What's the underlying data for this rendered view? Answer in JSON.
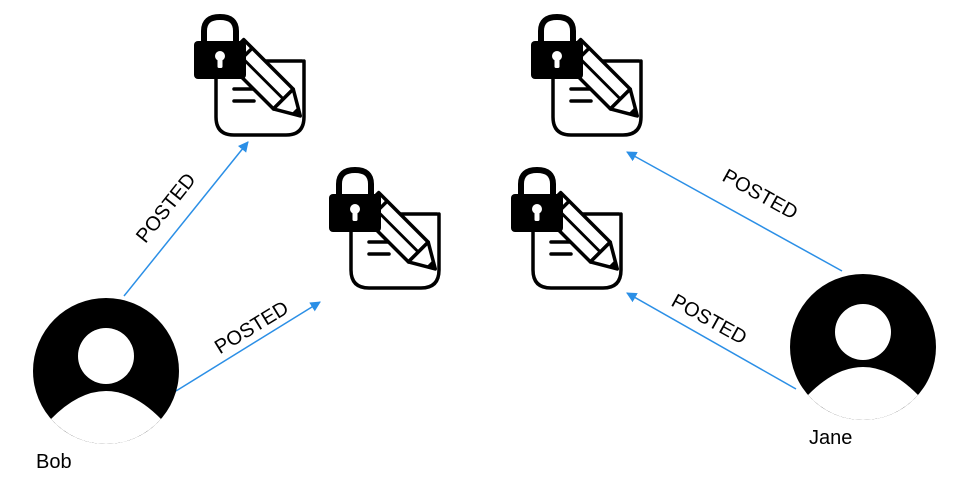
{
  "diagram": {
    "people": {
      "bob": {
        "name": "Bob"
      },
      "jane": {
        "name": "Jane"
      }
    },
    "edges": {
      "bob_to_note_1": {
        "label": "POSTED"
      },
      "bob_to_note_2": {
        "label": "POSTED"
      },
      "jane_to_note_3": {
        "label": "POSTED"
      },
      "jane_to_note_4": {
        "label": "POSTED"
      }
    },
    "notes": [
      {
        "icon": "locked-note-icon"
      },
      {
        "icon": "locked-note-icon"
      },
      {
        "icon": "locked-note-icon"
      },
      {
        "icon": "locked-note-icon"
      }
    ],
    "colors": {
      "arrow": "#2b8fe6",
      "icon": "#000000",
      "background": "#ffffff"
    }
  }
}
